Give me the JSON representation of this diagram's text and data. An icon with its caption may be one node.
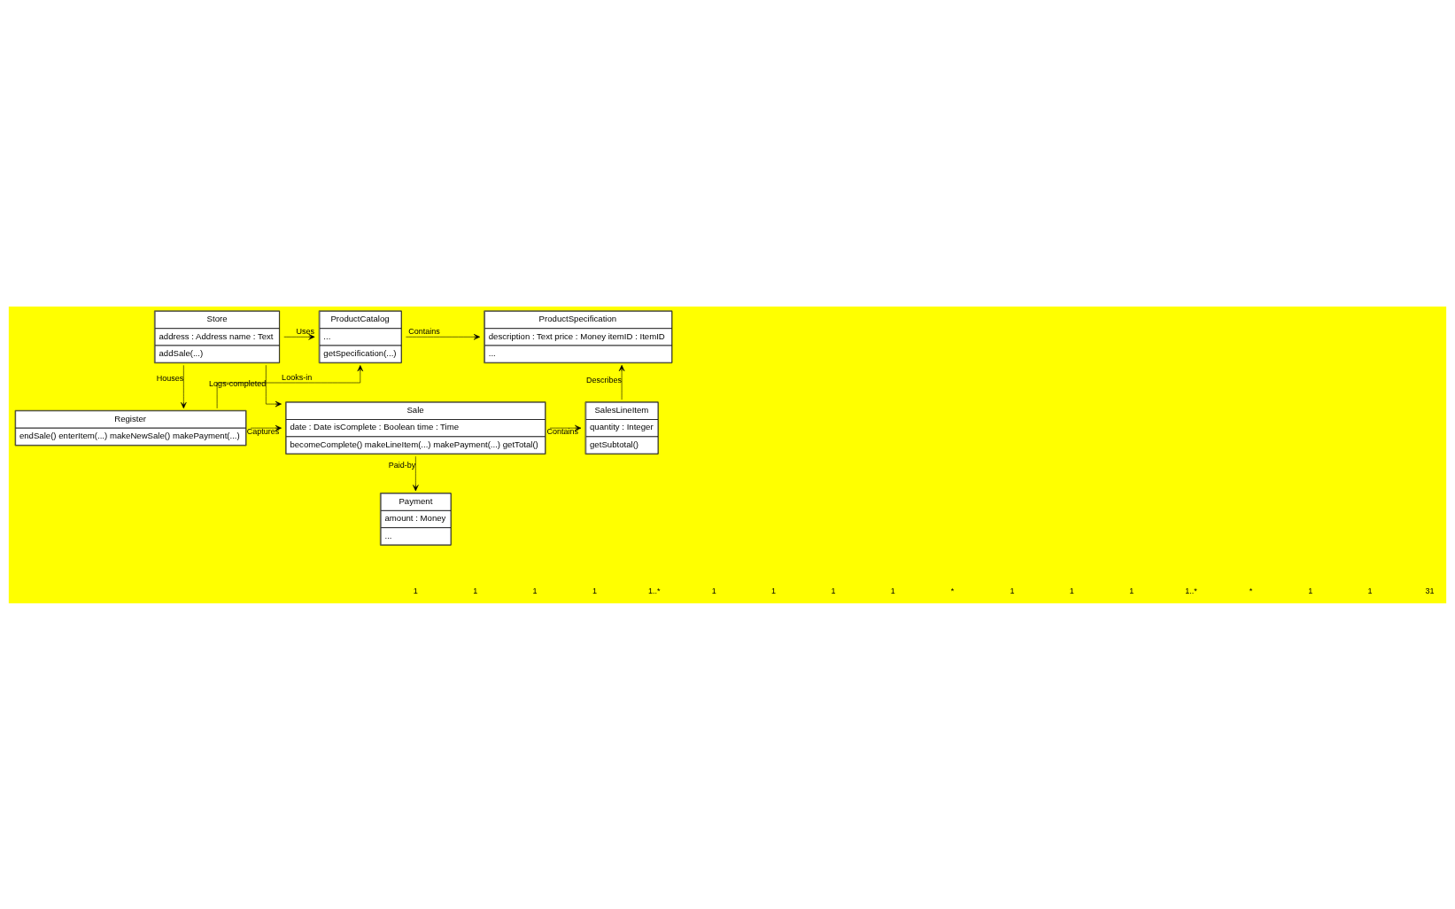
{
  "diagram": {
    "nodes": [
      {
        "text": [
          "Store",
          "address : Address name : Text",
          "addSale(...)"
        ]
      },
      {
        "text": [
          "ProductCatalog",
          "...",
          "getSpecification(...)"
        ]
      },
      {
        "text": [
          "ProductSpecification",
          "description : Text price : Money itemID : ItemID",
          "..."
        ]
      },
      {
        "text": [
          "Register",
          "endSale() enterItem(...) makeNewSale() makePayment(...)"
        ]
      },
      {
        "text": [
          "Sale",
          "date : Date isComplete : Boolean time : Time",
          "becomeComplete() makeLineItem(...) makePayment(...) getTotal()"
        ]
      },
      {
        "text": [
          "SalesLineItem",
          "quantity : Integer",
          "getSubtotal()"
        ]
      },
      {
        "text": [
          "Payment",
          "amount : Money",
          "..."
        ]
      }
    ],
    "edges": [
      {
        "from": 0,
        "to": 1,
        "arrow": "to",
        "label": "Uses"
      },
      {
        "from": 0,
        "to": 4,
        "arrow": "to",
        "label": "Logs-completed"
      },
      {
        "from": 0,
        "to": 3,
        "arrow": "to",
        "label": "Houses"
      },
      {
        "from": 3,
        "to": 1,
        "arrow": "to",
        "label": "Looks-in"
      },
      {
        "from": 1,
        "to": 2,
        "arrow": "to",
        "label": "Contains"
      },
      {
        "from": 5,
        "to": 2,
        "arrow": "to",
        "label": "Describes"
      },
      {
        "from": 3,
        "to": 4,
        "arrow": "to",
        "label": "Captures"
      },
      {
        "from": 4,
        "to": 5,
        "arrow": "to",
        "label": "Contains"
      },
      {
        "from": 4,
        "to": 6,
        "arrow": "to",
        "label": "Paid-by"
      }
    ],
    "labels": [
      "1",
      "1",
      "1",
      "1",
      "1..*",
      "1",
      "1",
      "1",
      "1",
      "*",
      "1",
      "1",
      "1",
      "1..*",
      "*",
      "1",
      "1",
      "31"
    ]
  }
}
